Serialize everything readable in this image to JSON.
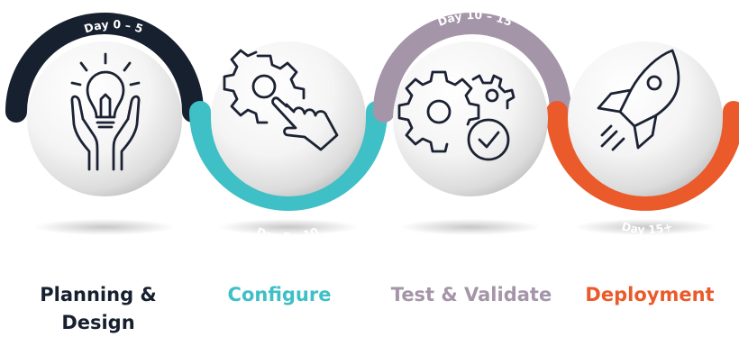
{
  "colors": {
    "navy": "#17202f",
    "teal": "#3fbfc6",
    "mauve": "#a495a8",
    "orange": "#ea5a2a"
  },
  "phases": [
    {
      "title": "Planning & Design",
      "range": "Day 0 – 5",
      "icon": "lightbulb-hands-icon",
      "color": "#17202f"
    },
    {
      "title": "Configure",
      "range": "Day 5 – 10",
      "icon": "gear-hand-icon",
      "color": "#3fbfc6"
    },
    {
      "title": "Test & Validate",
      "range": "Day 10 – 15",
      "icon": "gears-check-icon",
      "color": "#a495a8"
    },
    {
      "title": "Deployment",
      "range": "Day 15+",
      "icon": "rocket-icon",
      "color": "#ea5a2a"
    }
  ]
}
